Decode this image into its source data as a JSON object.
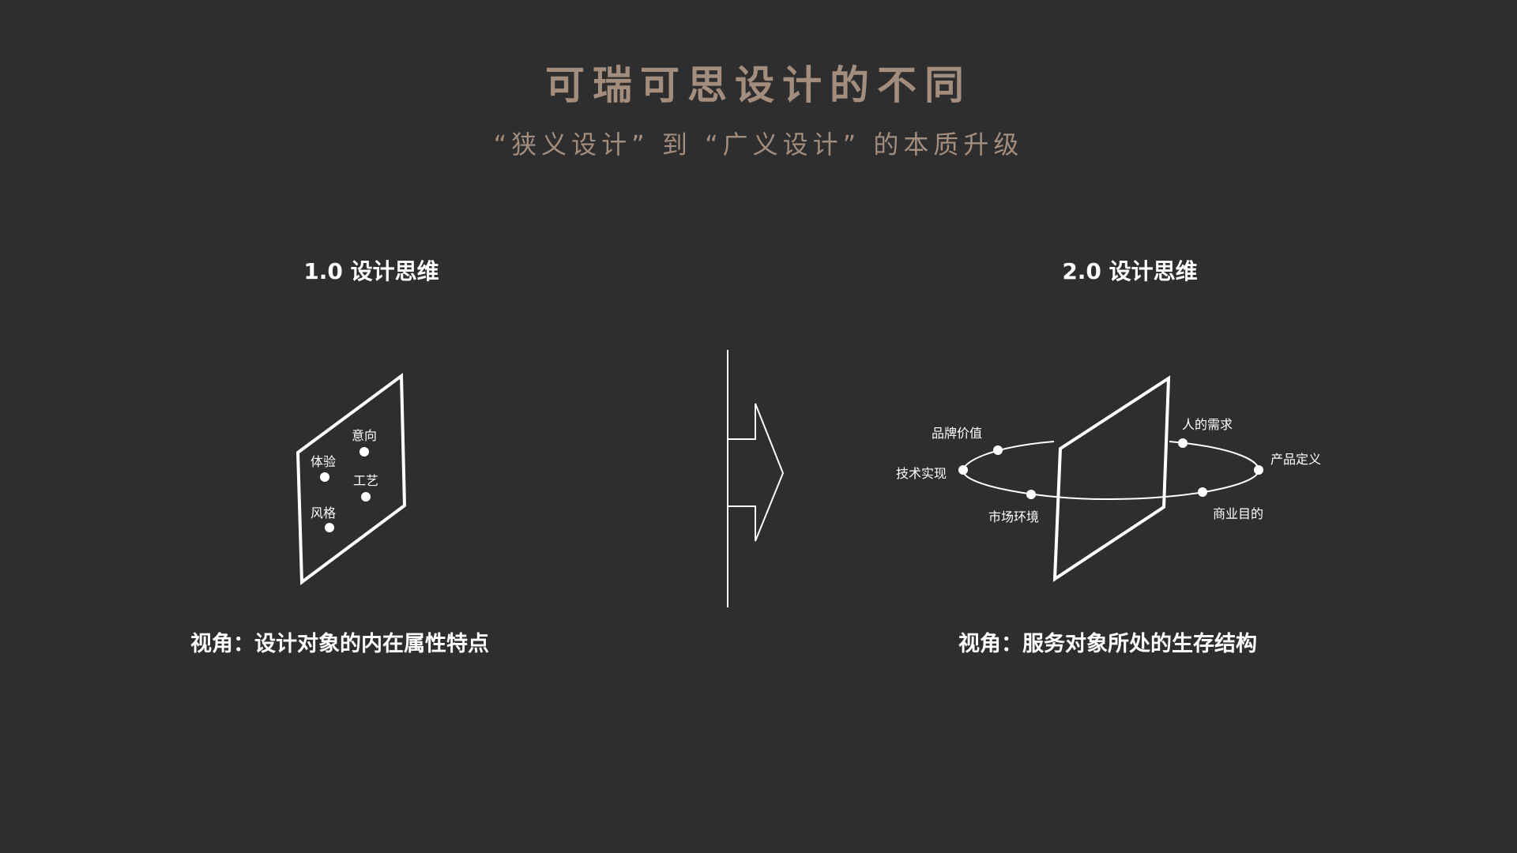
{
  "title": "可瑞可思设计的不同",
  "subtitle": "“狭义设计” 到 “广义设计” 的本质升级",
  "left": {
    "heading": "1.0 设计思维",
    "caption": "视角：设计对象的内在属性特点",
    "points": [
      "意向",
      "体验",
      "工艺",
      "风格"
    ]
  },
  "right": {
    "heading": "2.0 设计思维",
    "caption": "视角：服务对象所处的生存结构",
    "points": [
      "品牌价值",
      "技术实现",
      "市场环境",
      "人的需求",
      "产品定义",
      "商业目的"
    ]
  },
  "colors": {
    "background": "#2e2e2e",
    "title": "#a38d7d",
    "line": "#ffffff"
  }
}
